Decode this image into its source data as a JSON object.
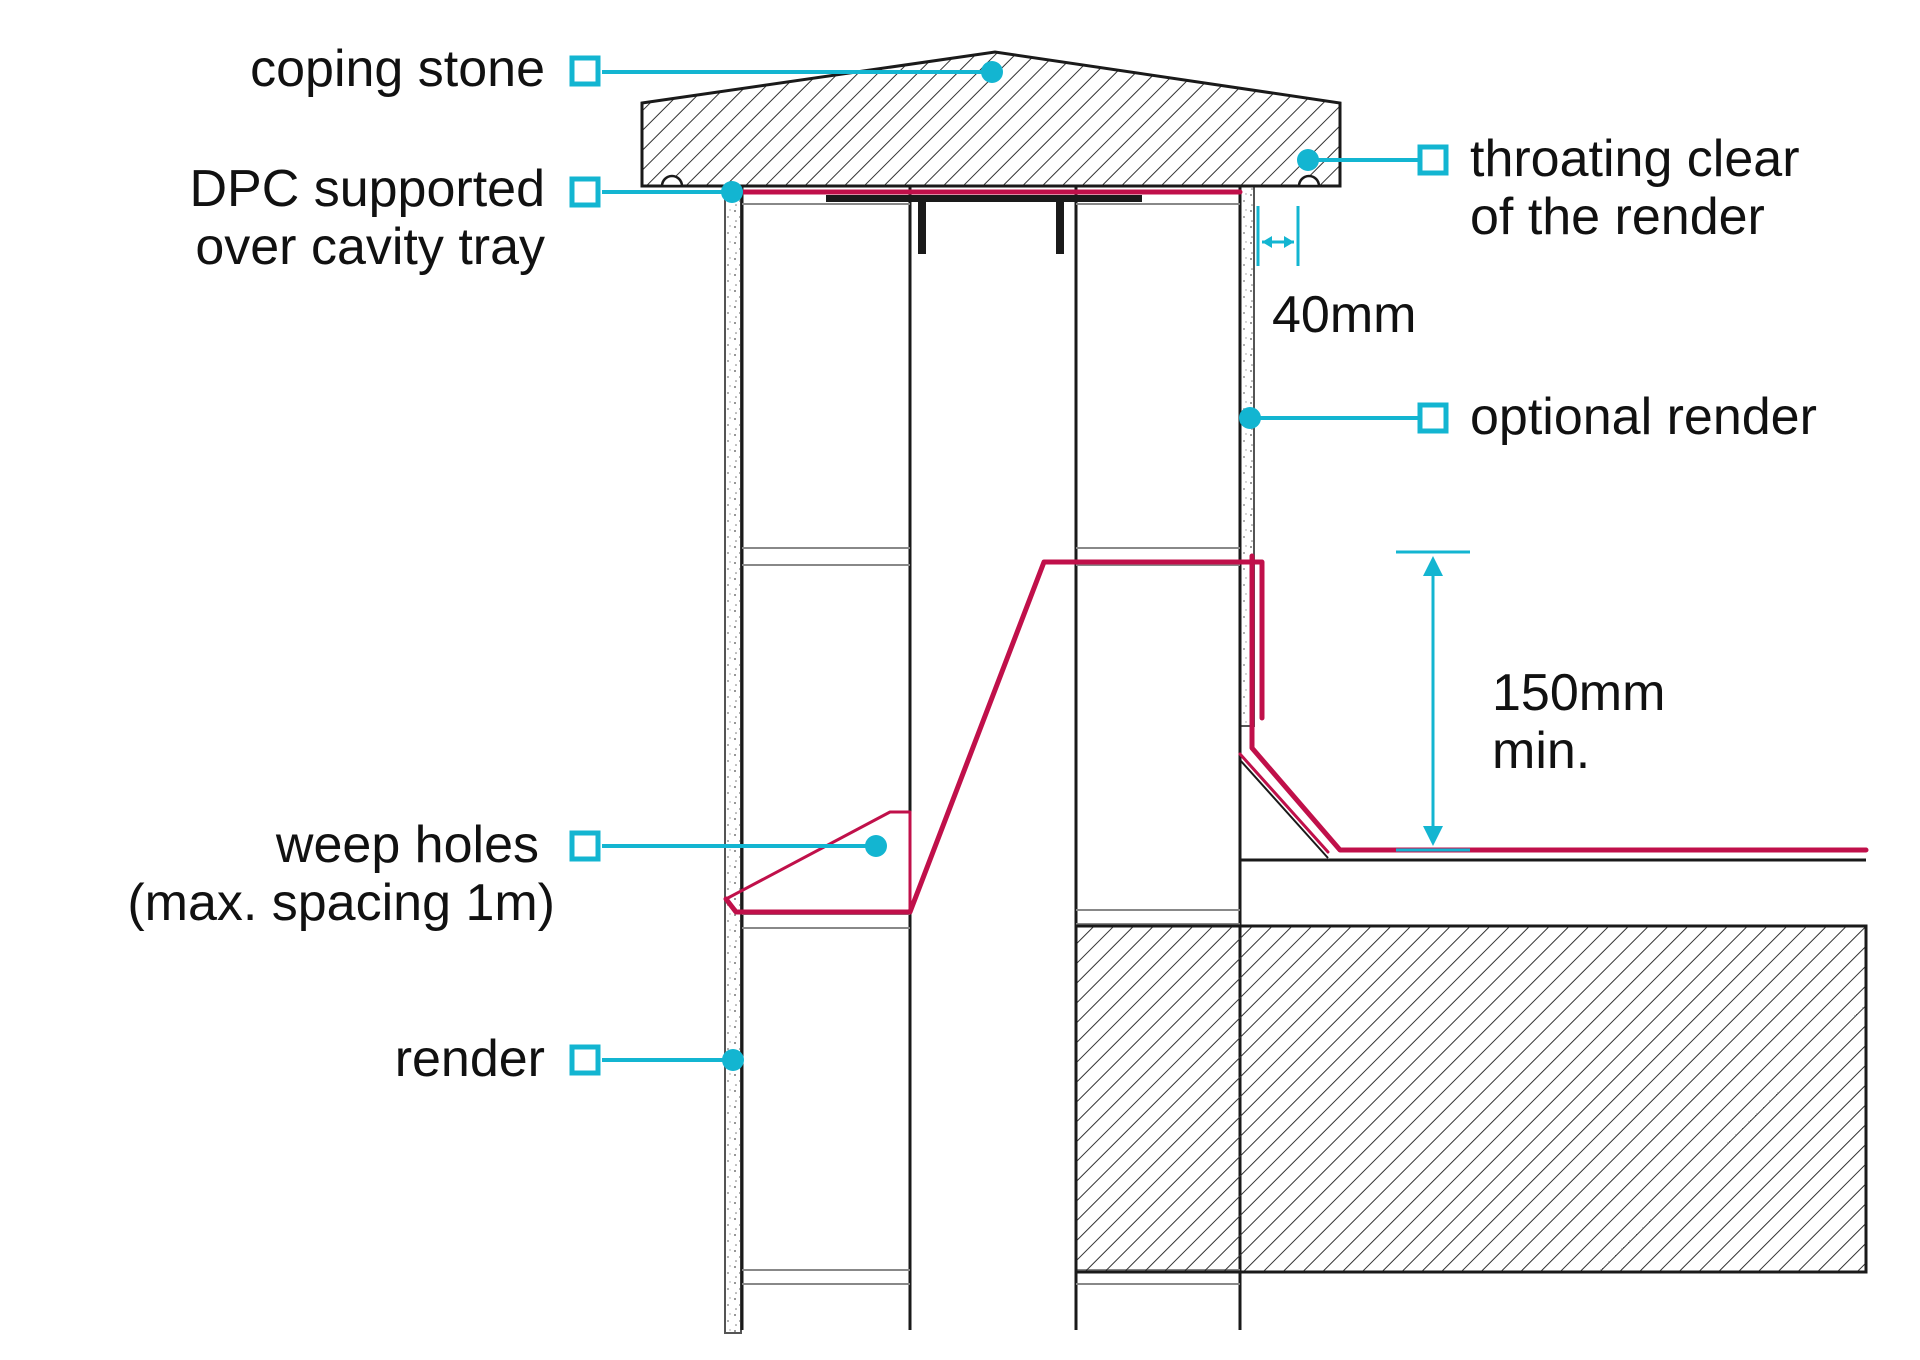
{
  "colors": {
    "callout": "#13b5d1",
    "dpc": "#c0104a",
    "line": "#1a1a1a",
    "hatch": "#333333",
    "thin": "#888888"
  },
  "labels": {
    "coping_stone": "coping stone",
    "dpc_line1": "DPC supported",
    "dpc_line2": "over cavity tray",
    "throating_line1": "throating clear",
    "throating_line2": "of the render",
    "dim_40": "40mm",
    "optional_render": "optional render",
    "dim_150_line1": "150mm",
    "dim_150_line2": "min.",
    "weep_line1": "weep holes",
    "weep_line2": "(max. spacing 1m)",
    "render": "render"
  }
}
